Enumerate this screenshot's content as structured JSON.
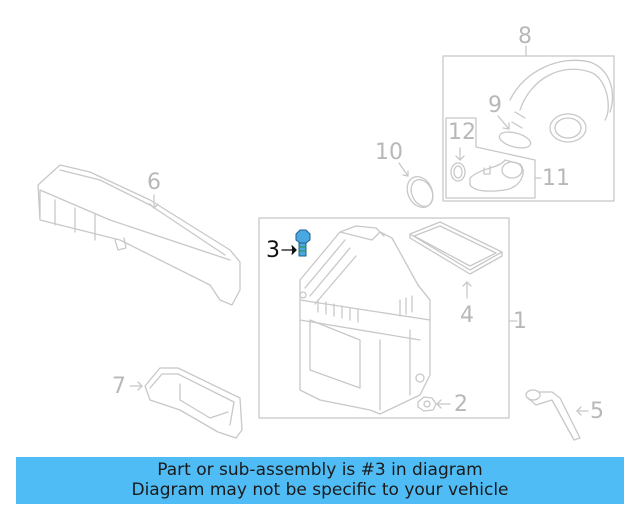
{
  "diagram": {
    "highlighted_part": "3",
    "colors": {
      "line": "#c8c8c8",
      "highlight": "#4aa8e0",
      "banner_bg": "#4fbcf5",
      "banner_text": "#1a1a1a"
    },
    "callouts": [
      {
        "id": "1",
        "label": "1"
      },
      {
        "id": "2",
        "label": "2"
      },
      {
        "id": "3",
        "label": "3"
      },
      {
        "id": "4",
        "label": "4"
      },
      {
        "id": "5",
        "label": "5"
      },
      {
        "id": "6",
        "label": "6"
      },
      {
        "id": "7",
        "label": "7"
      },
      {
        "id": "8",
        "label": "8"
      },
      {
        "id": "9",
        "label": "9"
      },
      {
        "id": "10",
        "label": "10"
      },
      {
        "id": "11",
        "label": "11"
      },
      {
        "id": "12",
        "label": "12"
      }
    ]
  },
  "banner": {
    "line1": "Part or sub-assembly is #3 in diagram",
    "line2": "Diagram may not be specific to your vehicle"
  }
}
